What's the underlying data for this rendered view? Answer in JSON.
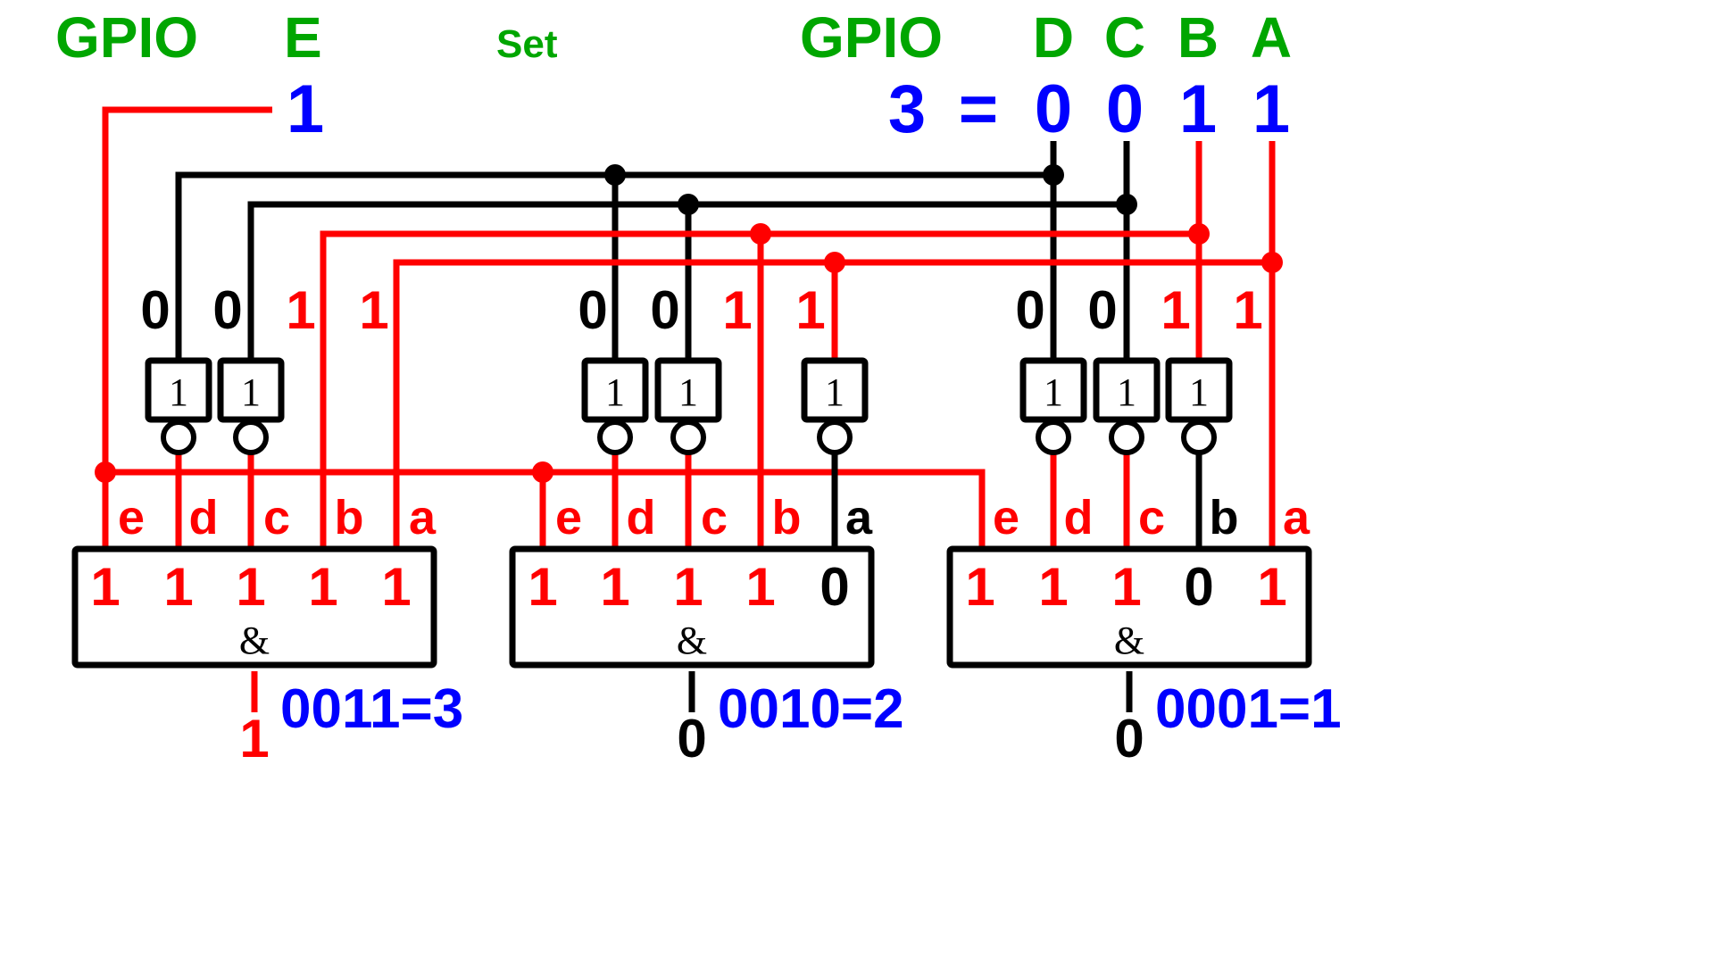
{
  "colors": {
    "high": "#ff0000",
    "low": "#000000",
    "heading": "#00a600",
    "value": "#0000ff"
  },
  "header": {
    "gpio_e_label": "GPIO",
    "gpio_e_letter": "E",
    "set_label": "Set",
    "gpio_dcba_label": "GPIO",
    "gpio_letters": [
      "D",
      "C",
      "B",
      "A"
    ],
    "e_value": "1",
    "set_value_decimal": "3",
    "equals": "=",
    "bits": [
      "0",
      "0",
      "1",
      "1"
    ]
  },
  "inverters": {
    "symbol": "1"
  },
  "decoders": [
    {
      "id": "decoder-3",
      "input_values": [
        "0",
        "0",
        "1",
        "1"
      ],
      "pin_labels": [
        "e",
        "d",
        "c",
        "b",
        "a"
      ],
      "pin_states": [
        "1",
        "1",
        "1",
        "1",
        "1"
      ],
      "gate_symbol": "&",
      "output": "1",
      "code": "0011=3"
    },
    {
      "id": "decoder-2",
      "input_values": [
        "0",
        "0",
        "1",
        "1"
      ],
      "pin_labels": [
        "e",
        "d",
        "c",
        "b",
        "a"
      ],
      "pin_states": [
        "1",
        "1",
        "1",
        "1",
        "0"
      ],
      "gate_symbol": "&",
      "output": "0",
      "code": "0010=2"
    },
    {
      "id": "decoder-1",
      "input_values": [
        "0",
        "0",
        "1",
        "1"
      ],
      "pin_labels": [
        "e",
        "d",
        "c",
        "b",
        "a"
      ],
      "pin_states": [
        "1",
        "1",
        "1",
        "0",
        "1"
      ],
      "gate_symbol": "&",
      "output": "0",
      "code": "0001=1"
    }
  ]
}
